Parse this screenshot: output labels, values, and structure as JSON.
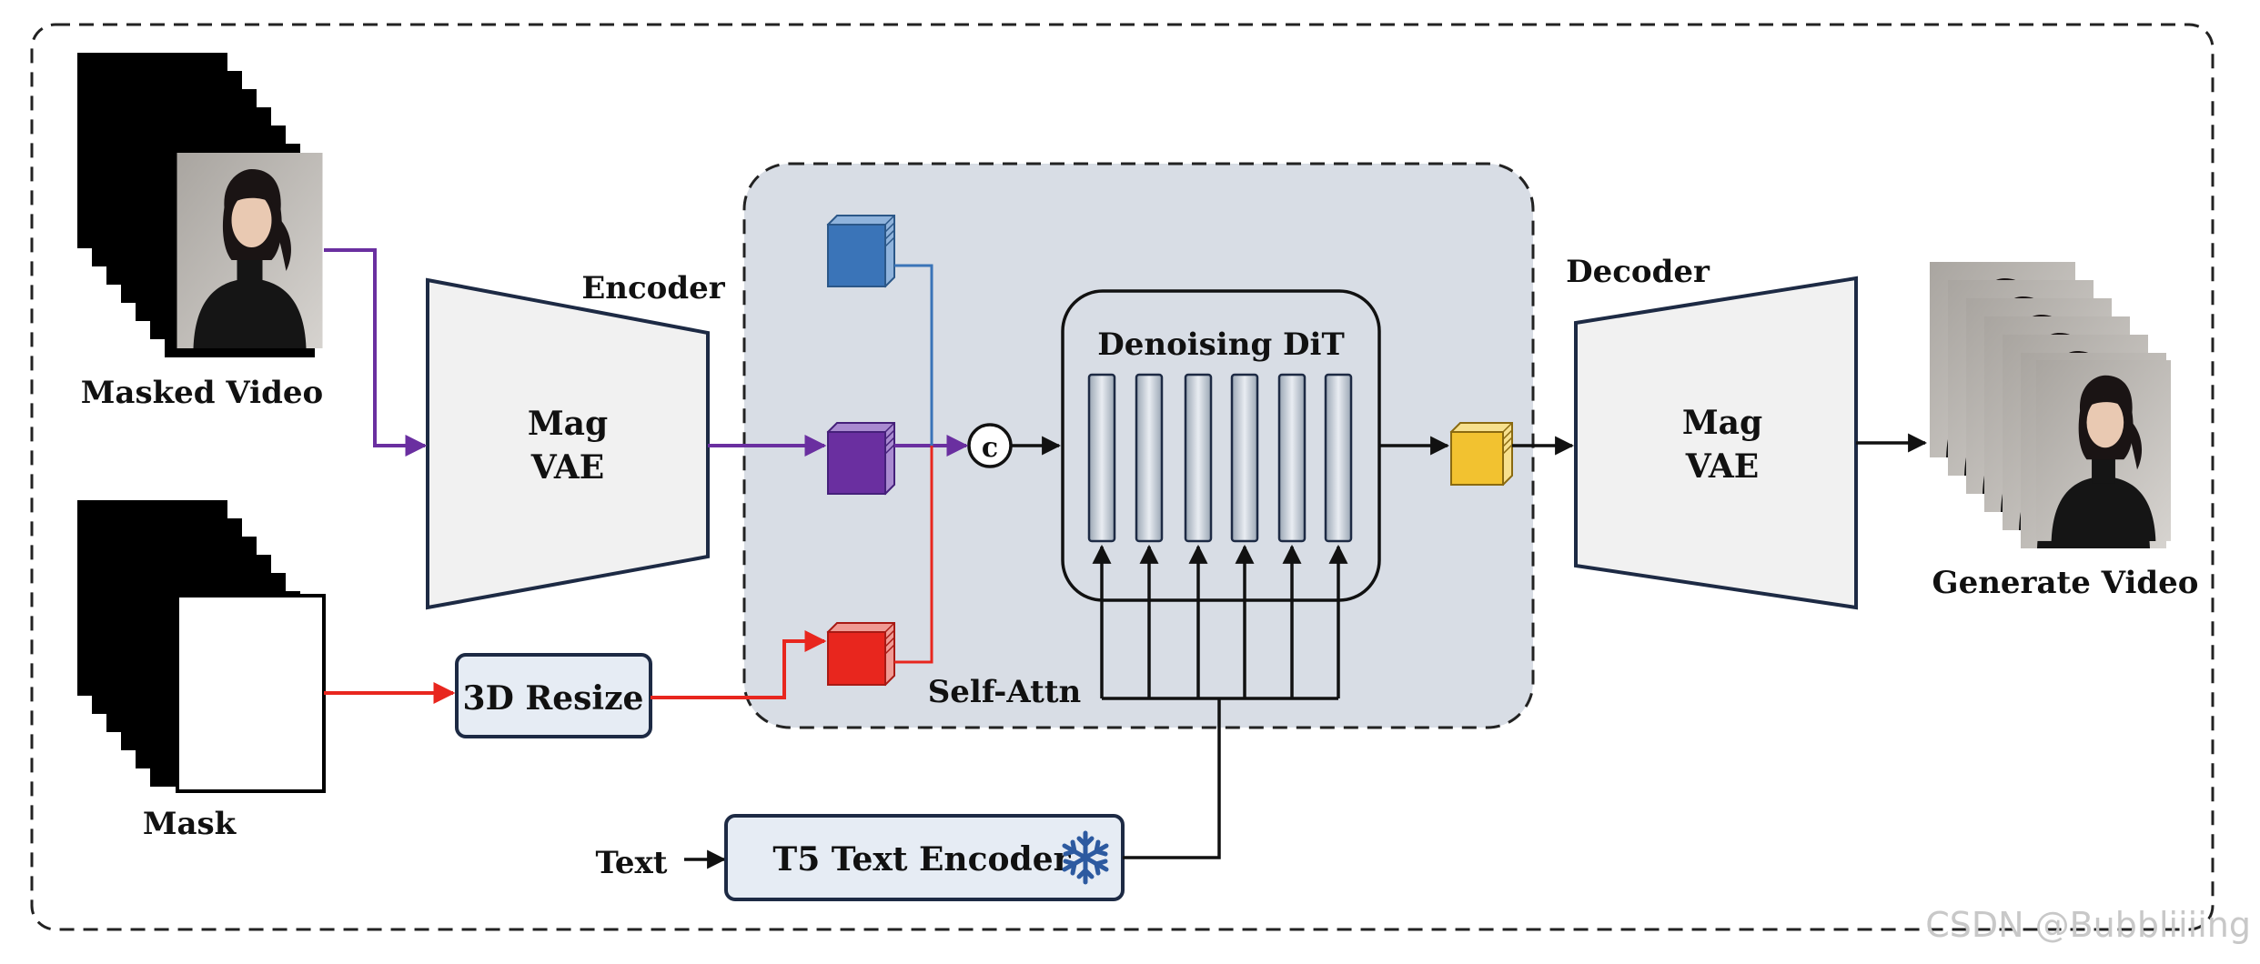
{
  "labels": {
    "masked_video": "Masked Video",
    "mask": "Mask",
    "encoder": "Encoder",
    "decoder": "Decoder",
    "vae_line1": "Mag",
    "vae_line2": "VAE",
    "resize": "3D Resize",
    "denoising": "Denoising DiT",
    "self_attn": "Self-Attn",
    "concat": "c",
    "text": "Text",
    "t5": "T5 Text Encoder",
    "generate": "Generate Video",
    "watermark": "CSDN @Bubbliiiing"
  },
  "icons": {
    "frozen": "snowflake-icon",
    "portrait": "person-portrait-image"
  },
  "colors": {
    "video_path": "#6a2fa0",
    "mask_path": "#e8261e",
    "noise_path": "#3a74b8",
    "latent_out": "#f2c230",
    "frame": "#1d2a44",
    "panel_bg": "#d8dde5"
  }
}
